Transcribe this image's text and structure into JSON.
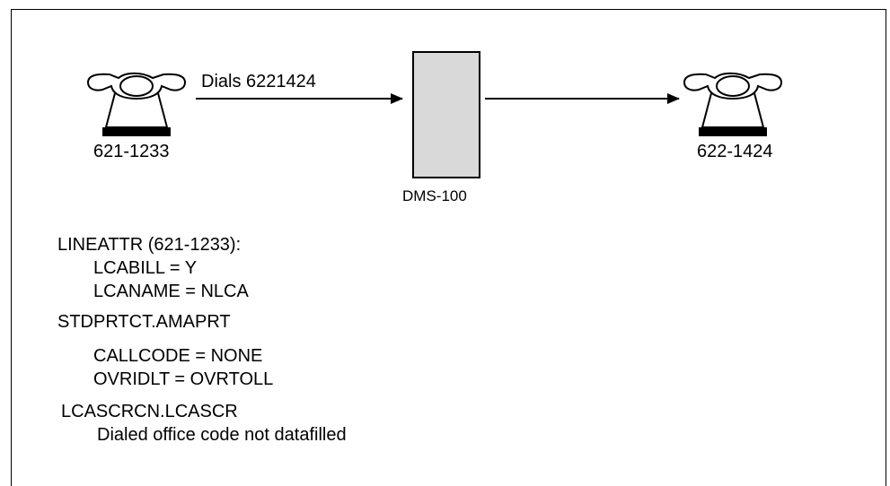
{
  "caller": {
    "number": "621-1233"
  },
  "callee": {
    "number": "622-1424"
  },
  "dial_label": "Dials  6221424",
  "switch_label": "DMS-100",
  "notes": {
    "lineattr": {
      "header": "LINEATTR (621-1233):",
      "lines": [
        "LCABILL = Y",
        "LCANAME = NLCA"
      ]
    },
    "stdprtct": {
      "header": "STDPRTCT.AMAPRT",
      "lines": [
        "CALLCODE = NONE",
        "OVRIDLT = OVRTOLL"
      ]
    },
    "lcascrcn": {
      "header": "LCASCRCN.LCASCR",
      "lines": [
        "Dialed office code not datafilled"
      ]
    }
  }
}
